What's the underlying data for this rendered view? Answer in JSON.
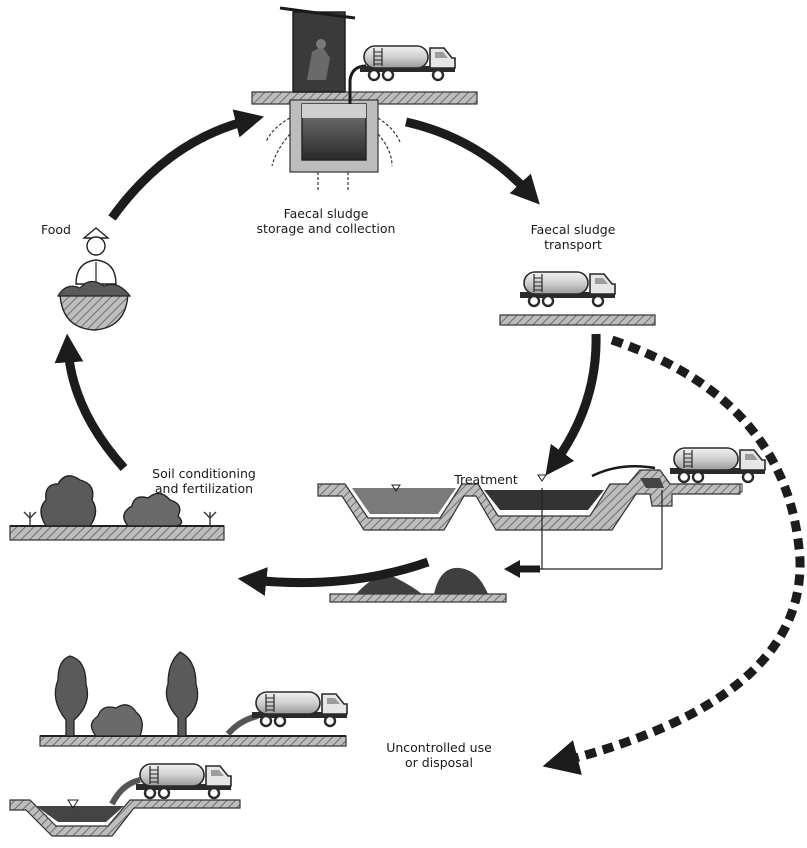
{
  "labels": {
    "storage": [
      "Faecal sludge",
      "storage and collection"
    ],
    "transport": [
      "Faecal sludge",
      "transport"
    ],
    "treatment": "Treatment",
    "soil": [
      "Soil conditioning",
      "and fertilization"
    ],
    "food": "Food",
    "uncontrolled": [
      "Uncontrolled use",
      "or disposal"
    ]
  },
  "colors": {
    "arrow": "#1c1c1c",
    "ground_hatch": "#8a8a8a",
    "sludge": "#3a3a3a",
    "vegetation": "#555555",
    "tank": "#cfcfcf"
  }
}
